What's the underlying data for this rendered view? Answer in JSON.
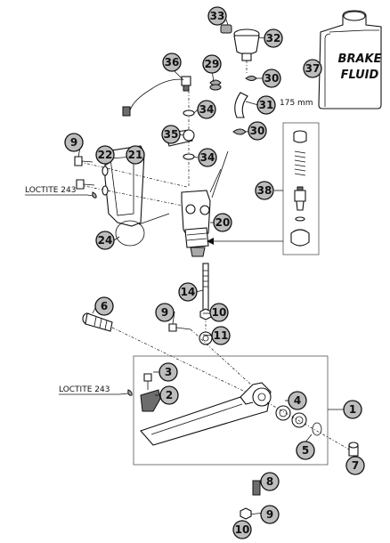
{
  "notes": {
    "loctite_top": "LOCTITE 243",
    "loctite_bottom": "LOCTITE 243",
    "hose_length": "175 mm"
  },
  "jug": {
    "line1": "BRAKE",
    "line2": "FLUID"
  },
  "callouts": {
    "c1": "1",
    "c2": "2",
    "c3": "3",
    "c4": "4",
    "c5": "5",
    "c6": "6",
    "c7": "7",
    "c8": "8",
    "c9a": "9",
    "c9b": "9",
    "c9c": "9",
    "c10a": "10",
    "c10b": "10",
    "c11": "11",
    "c14": "14",
    "c20": "20",
    "c21": "21",
    "c22": "22",
    "c24": "24",
    "c29": "29",
    "c30a": "30",
    "c30b": "30",
    "c31": "31",
    "c32": "32",
    "c33": "33",
    "c34a": "34",
    "c34b": "34",
    "c35": "35",
    "c36": "36",
    "c37": "37",
    "c38": "38"
  }
}
